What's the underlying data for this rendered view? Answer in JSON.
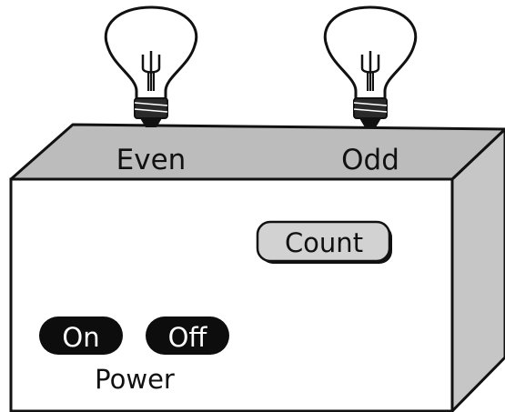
{
  "bulbs": {
    "even_label": "Even",
    "odd_label": "Odd"
  },
  "controls": {
    "count_label": "Count",
    "on_label": "On",
    "off_label": "Off",
    "power_label": "Power"
  },
  "colors": {
    "box_front": "#ffffff",
    "box_top": "#bcbcbc",
    "box_side": "#c6c6c6",
    "button_light": "#d2d2d2",
    "button_dark": "#0d0d0d",
    "outline": "#111111"
  },
  "icons": {
    "bulb": "light-bulb-icon"
  }
}
